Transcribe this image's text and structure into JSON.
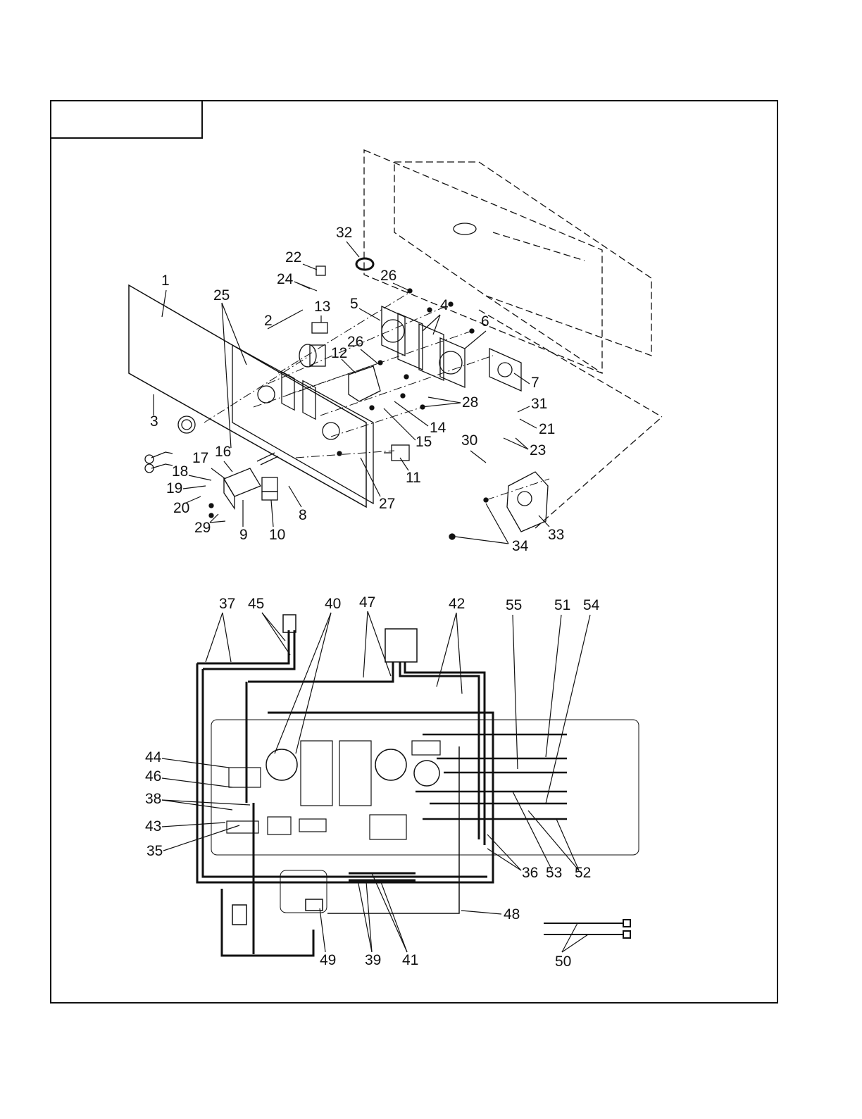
{
  "title_box": {
    "text": ""
  },
  "exploded_view": {
    "callouts": [
      {
        "id": "c1",
        "text": "1"
      },
      {
        "id": "c2",
        "text": "2"
      },
      {
        "id": "c3",
        "text": "3"
      },
      {
        "id": "c4",
        "text": "4"
      },
      {
        "id": "c5",
        "text": "5"
      },
      {
        "id": "c6",
        "text": "6"
      },
      {
        "id": "c7",
        "text": "7"
      },
      {
        "id": "c8",
        "text": "8"
      },
      {
        "id": "c9",
        "text": "9"
      },
      {
        "id": "c10",
        "text": "10"
      },
      {
        "id": "c11",
        "text": "11"
      },
      {
        "id": "c12",
        "text": "12"
      },
      {
        "id": "c13",
        "text": "13"
      },
      {
        "id": "c14",
        "text": "14"
      },
      {
        "id": "c15",
        "text": "15"
      },
      {
        "id": "c16",
        "text": "16"
      },
      {
        "id": "c17",
        "text": "17"
      },
      {
        "id": "c18",
        "text": "18"
      },
      {
        "id": "c19",
        "text": "19"
      },
      {
        "id": "c20",
        "text": "20"
      },
      {
        "id": "c21",
        "text": "21"
      },
      {
        "id": "c22",
        "text": "22"
      },
      {
        "id": "c23",
        "text": "23"
      },
      {
        "id": "c24",
        "text": "24"
      },
      {
        "id": "c25",
        "text": "25"
      },
      {
        "id": "c26a",
        "text": "26"
      },
      {
        "id": "c26b",
        "text": "26"
      },
      {
        "id": "c27",
        "text": "27"
      },
      {
        "id": "c28",
        "text": "28"
      },
      {
        "id": "c29",
        "text": "29"
      },
      {
        "id": "c30",
        "text": "30"
      },
      {
        "id": "c31",
        "text": "31"
      },
      {
        "id": "c32",
        "text": "32"
      },
      {
        "id": "c33",
        "text": "33"
      },
      {
        "id": "c34",
        "text": "34"
      }
    ]
  },
  "wiring_view": {
    "callouts": [
      {
        "id": "w37",
        "text": "37"
      },
      {
        "id": "w45",
        "text": "45"
      },
      {
        "id": "w40",
        "text": "40"
      },
      {
        "id": "w47",
        "text": "47"
      },
      {
        "id": "w42",
        "text": "42"
      },
      {
        "id": "w55",
        "text": "55"
      },
      {
        "id": "w51",
        "text": "51"
      },
      {
        "id": "w54",
        "text": "54"
      },
      {
        "id": "w44",
        "text": "44"
      },
      {
        "id": "w46",
        "text": "46"
      },
      {
        "id": "w38",
        "text": "38"
      },
      {
        "id": "w43",
        "text": "43"
      },
      {
        "id": "w35",
        "text": "35"
      },
      {
        "id": "w36",
        "text": "36"
      },
      {
        "id": "w53",
        "text": "53"
      },
      {
        "id": "w52",
        "text": "52"
      },
      {
        "id": "w48",
        "text": "48"
      },
      {
        "id": "w49",
        "text": "49"
      },
      {
        "id": "w39",
        "text": "39"
      },
      {
        "id": "w41",
        "text": "41"
      },
      {
        "id": "w50",
        "text": "50"
      }
    ]
  },
  "colors": {
    "line": "#111111",
    "background": "#ffffff"
  }
}
